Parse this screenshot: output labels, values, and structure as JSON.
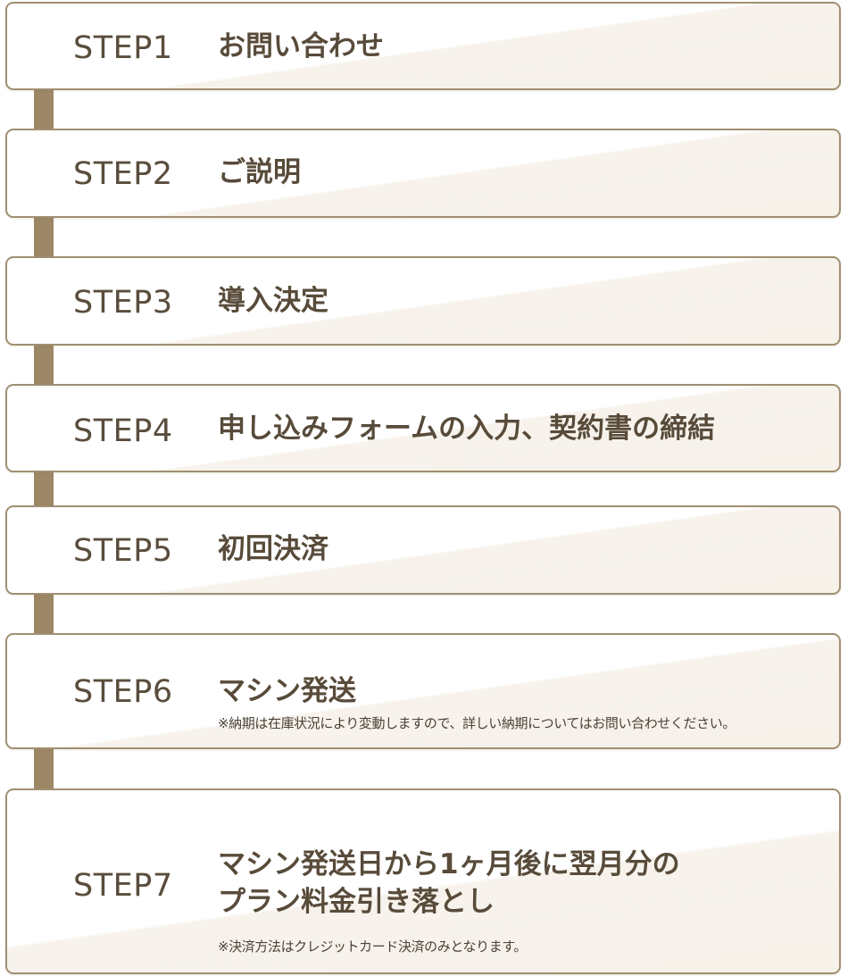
{
  "steps": [
    {
      "label": "STEP1",
      "title": "お問い合わせ"
    },
    {
      "label": "STEP2",
      "title": "ご説明"
    },
    {
      "label": "STEP3",
      "title": "導入決定"
    },
    {
      "label": "STEP4",
      "title": "申し込みフォームの入力、契約書の締結"
    },
    {
      "label": "STEP5",
      "title": "初回決済"
    },
    {
      "label": "STEP6",
      "title": "マシン発送",
      "note": "※納期は在庫状況により変動しますので、詳しい納期についてはお問い合わせください。"
    },
    {
      "label": "STEP7",
      "title_line1": "マシン発送日から1ヶ月後に翌月分の",
      "title_line2": "プラン料金引き落とし",
      "note": "※決済方法はクレジットカード決済のみとなります。"
    }
  ],
  "colors": {
    "text": "#584b3a",
    "border": "#a08f71",
    "connector": "#9c8766"
  }
}
